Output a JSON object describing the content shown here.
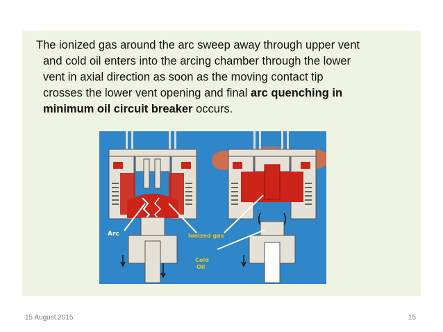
{
  "slide": {
    "line1": "The ionized gas around the arc sweep away through upper vent",
    "line2": "and cold oil enters into the arcing chamber through the lower",
    "line3": "vent in axial direction as soon as the moving contact tip",
    "line4_pre": "crosses the lower vent opening and final ",
    "line4_bold": "arc quenching in",
    "line5_bold": "minimum oil circuit breaker",
    "line5_post": " occurs."
  },
  "figure": {
    "label_arc": "Arc",
    "label_ionized_gas": "Ionized gas",
    "label_cold": "Cold",
    "label_oil": "Oil",
    "colors": {
      "background": "#2f86c8",
      "body": "#e6e1d6",
      "arc_red": "#cc2418",
      "flame": "#e86a3a"
    }
  },
  "footer": {
    "date": "15 August 2015",
    "page": "15"
  }
}
